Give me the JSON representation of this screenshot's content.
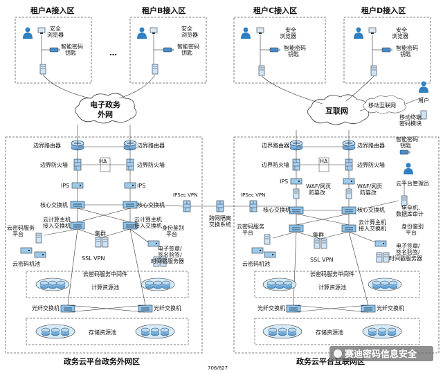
{
  "tenants": {
    "a": "租户A接入区",
    "b": "租户B接入区",
    "c": "租户C接入区",
    "d": "租户D接入区",
    "ellipsis": "…",
    "secure_browser": "安全\n浏览器",
    "smart_key": "智能密码\n钥匙"
  },
  "clouds": {
    "egov_net": "电子政务\n外网",
    "internet": "互联网",
    "mobile_internet": "移动互联网"
  },
  "mobile_user": {
    "user": "用户",
    "module": "移动终端\n密码模块"
  },
  "left_zone": {
    "title": "政务云平台政务外网区",
    "border_router_l": "边界路由器",
    "border_router_r": "边界路由器",
    "firewall_l": "边界防火墙",
    "firewall_r": "边界防火墙",
    "ha": "HA",
    "ips_l": "IPS",
    "ips_r": "IPS",
    "core_switch_l": "核心交换机",
    "core_switch_r": "核心交换机",
    "host_access_switch": "云计算主机\n接入交换机",
    "crypto_platform": "云密码服务\n平台",
    "host_access_switch_r": "云计算主机\n接入交换机",
    "identity": "身份鉴别\n平台",
    "cluster": "集群",
    "ssl_vpn": "SSL VPN",
    "signature": "电子签章/\n签名验签/\n时间戳服务器",
    "crypto_pool": "云密码机池",
    "middleware": "云密码服务中间件",
    "compute_pool": "计算资源池",
    "fiber_l": "光纤交换机",
    "fiber_r": "光纤交换机",
    "storage_pool": "存储资源池"
  },
  "middle": {
    "ipsec_l": "IPSec VPN",
    "ipsec_r": "IPSec VPN",
    "gap": "跨网隔离\n交换系统"
  },
  "right_zone": {
    "title": "政务云平台互联网区",
    "border_router_l": "边界路由器",
    "border_router_r": "边界路由器",
    "firewall_l": "边界防火墙",
    "firewall_r": "边界防火墙",
    "ha": "HA",
    "ips_l": "IPS",
    "waf": "WAF/网页\n防篡改",
    "waf_r": "WAF/网页\n防篡改",
    "core_switch_l": "核心交换机",
    "core_switch_r": "核心交换机",
    "crypto_platform": "云密码服务\n平台",
    "host_access_switch": "云计算主机\n接入交换机",
    "cluster": "集群",
    "ssl_vpn": "SSL VPN",
    "smart_key": "智能密码\n钥匙",
    "admin": "云平台管理员",
    "bastion": "堡垒机、\n数据库审计",
    "identity": "身份鉴别\n平台",
    "signature": "电子签章/\n签名验签/\n时间戳服务器",
    "crypto_pool": "云密码机池",
    "middleware": "云密码服务中间件",
    "compute_pool": "计算资源池",
    "fiber_l": "光纤交换机",
    "fiber_r": "光纤交换机",
    "storage_pool": "存储资源池"
  },
  "footer": {
    "page": "706/827",
    "watermark": "赛迪密码信息安全"
  }
}
